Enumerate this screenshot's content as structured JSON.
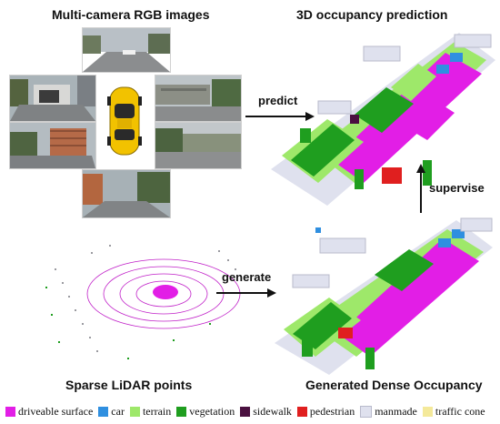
{
  "titles": {
    "cameras": "Multi-camera RGB images",
    "prediction": "3D occupancy prediction",
    "lidar": "Sparse LiDAR points",
    "dense": "Generated Dense Occupancy"
  },
  "arrows": {
    "predict": "predict",
    "generate": "generate",
    "supervise": "supervise"
  },
  "legend": [
    {
      "label": "driveable surface",
      "color": "#e21ee6"
    },
    {
      "label": "car",
      "color": "#2f8fe0"
    },
    {
      "label": "terrain",
      "color": "#9ee86a"
    },
    {
      "label": "vegetation",
      "color": "#1f9e1f"
    },
    {
      "label": "sidewalk",
      "color": "#4a1140"
    },
    {
      "label": "pedestrian",
      "color": "#e01f1f"
    },
    {
      "label": "manmade",
      "color": "#dfe1ee"
    },
    {
      "label": "traffic cone",
      "color": "#f4e99a"
    }
  ]
}
